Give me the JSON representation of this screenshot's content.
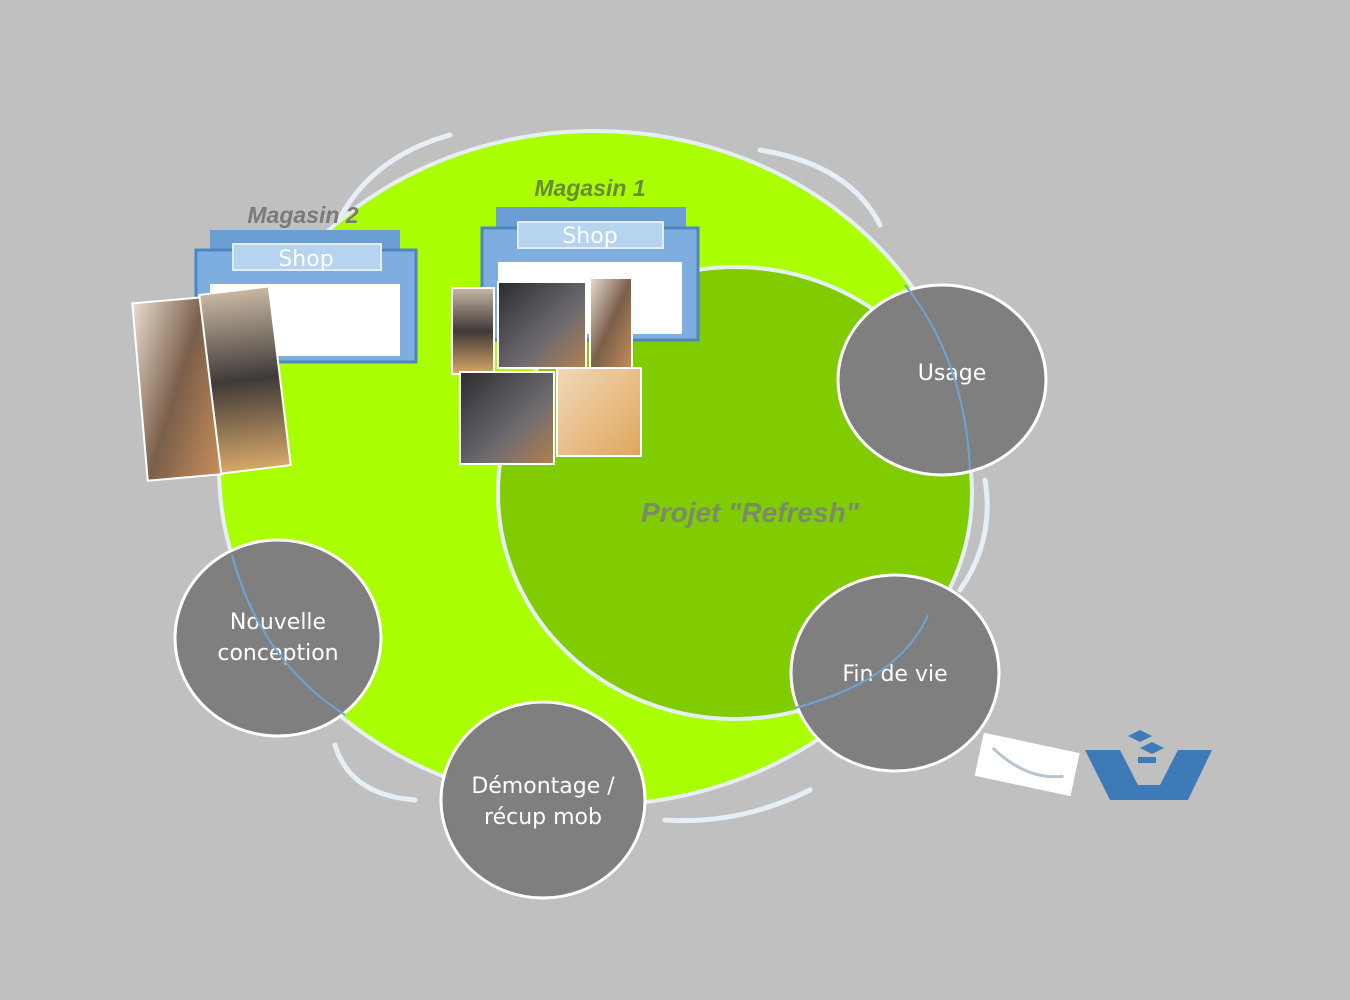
{
  "title": "Projet \"Refresh\"",
  "stores": [
    {
      "name": "Magasin 2",
      "sign": "Shop"
    },
    {
      "name": "Magasin 1",
      "sign": "Shop"
    }
  ],
  "stages": [
    {
      "lines": [
        "Usage"
      ]
    },
    {
      "lines": [
        "Fin de vie"
      ]
    },
    {
      "lines": [
        "Démontage /",
        "récup mob"
      ]
    },
    {
      "lines": [
        "Nouvelle",
        "conception"
      ]
    }
  ],
  "colors": {
    "outer": "#aaff00",
    "inner": "#80cc00",
    "stage": "#7f7f7f",
    "shop": "#6b9fd4",
    "recycle": "#3d7ab8"
  }
}
